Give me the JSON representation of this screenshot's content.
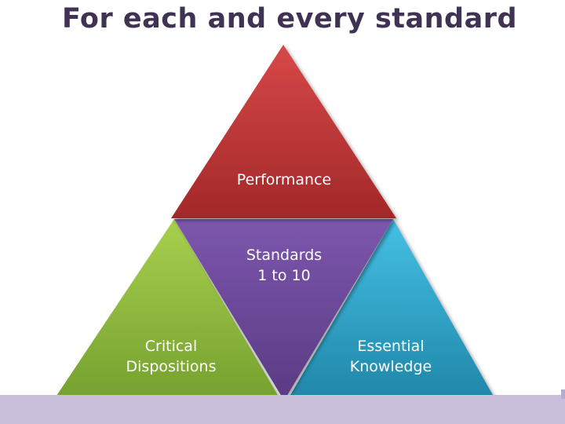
{
  "title": "For each and every standard",
  "diagram": {
    "top": "Performance",
    "center": "Standards\n1 to 10",
    "bottom_left": "Critical\nDispositions",
    "bottom_right": "Essential\nKnowledge"
  },
  "colors": {
    "title": "#3f3252",
    "red": "#c23a3a",
    "purple": "#734f9e",
    "green": "#8fbe45",
    "blue": "#2fa7cf",
    "footer": "#c9bfdb"
  }
}
